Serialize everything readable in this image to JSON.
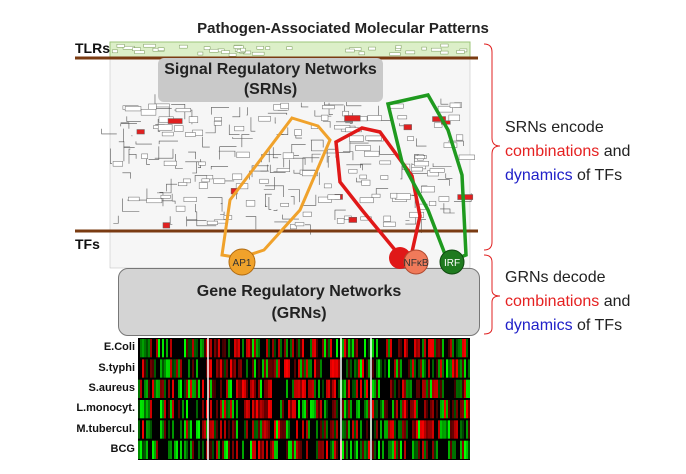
{
  "title": "Pathogen-Associated Molecular Patterns",
  "labels": {
    "tlrs": "TLRs",
    "tfs": "TFs"
  },
  "srn": {
    "line1": "Signal Regulatory Networks",
    "line2": "(SRNs)"
  },
  "grn": {
    "line1": "Gene Regulatory Networks",
    "line2": "(GRNs)"
  },
  "nodes": [
    {
      "label": "AP1",
      "color": "#f0a22b"
    },
    {
      "label": "NFκB",
      "color": "#f07a5a"
    },
    {
      "label": "IRF",
      "color": "#1f7a1f"
    }
  ],
  "srn_text": {
    "p1": "SRNs encode",
    "p2": "combinations",
    "p3": "and",
    "p4": "dynamics",
    "p5": "of TFs"
  },
  "grn_text": {
    "p1": "GRNs decode",
    "p2": "combinations",
    "p3": "and",
    "p4": "dynamics",
    "p5": "of TFs"
  },
  "heatmap": {
    "rows": [
      "E.Coli",
      "S.typhi",
      "S.aureus",
      "L.monocyt.",
      "M.tubercul.",
      "BCG"
    ]
  },
  "colors": {
    "ap1_outline": "#f0a22b",
    "nfkb_outline": "#e01818",
    "irf_outline": "#1f9a1f",
    "brace": "#e02020",
    "divider": "#7a3b12"
  }
}
